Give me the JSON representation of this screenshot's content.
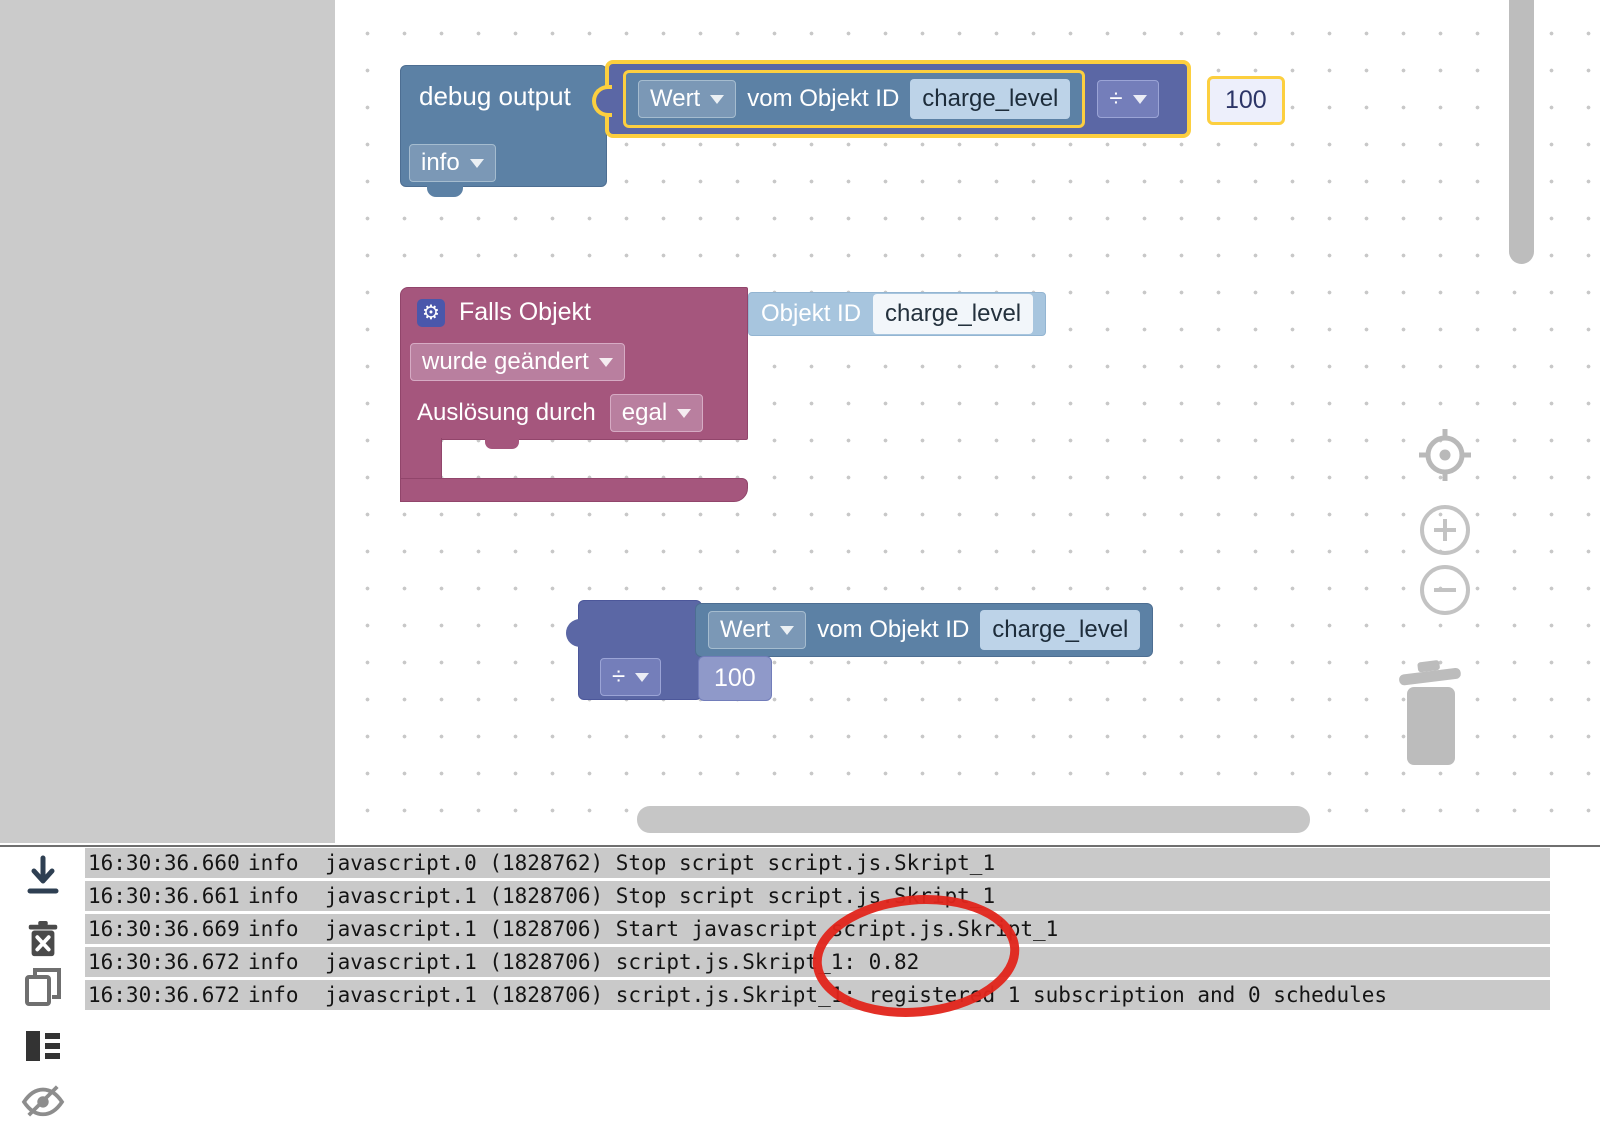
{
  "workspace": {
    "blocks": {
      "debug": {
        "title": "debug output",
        "level": "info"
      },
      "value_expr_selected": {
        "value_field": "Wert",
        "of_object_label": "vom Objekt ID",
        "object_id": "charge_level",
        "operator": "÷",
        "operand": "100"
      },
      "trigger": {
        "title": "Falls Objekt",
        "object_label": "Objekt ID",
        "object_id": "charge_level",
        "change_mode": "wurde geändert",
        "ack_label": "Auslösung durch",
        "ack_mode": "egal"
      },
      "value_expr_detached": {
        "value_field": "Wert",
        "of_object_label": "vom Objekt ID",
        "object_id": "charge_level",
        "operator": "÷",
        "operand": "100"
      }
    },
    "icons": {
      "gear": "⚙"
    }
  },
  "log": {
    "rows": [
      {
        "time": "16:30:36.660",
        "level": "info",
        "message": "javascript.0 (1828762) Stop script script.js.Skript_1"
      },
      {
        "time": "16:30:36.661",
        "level": "info",
        "message": "javascript.1 (1828706) Stop script script.js.Skript_1"
      },
      {
        "time": "16:30:36.669",
        "level": "info",
        "message": "javascript.1 (1828706) Start javascript script.js.Skript_1"
      },
      {
        "time": "16:30:36.672",
        "level": "info",
        "message": "javascript.1 (1828706) script.js.Skript_1: 0.82"
      },
      {
        "time": "16:30:36.672",
        "level": "info",
        "message": "javascript.1 (1828706) script.js.Skript_1: registered 1 subscription and 0 schedules"
      }
    ]
  },
  "colors": {
    "selection_highlight": "#fccf3f",
    "annotation_red": "#e1251b",
    "block_system": "#5c81a5",
    "block_math": "#5b67a5",
    "block_trigger": "#a5567d",
    "object_shadow": "#a7c5de",
    "log_row_bg": "#c9c9c9"
  }
}
